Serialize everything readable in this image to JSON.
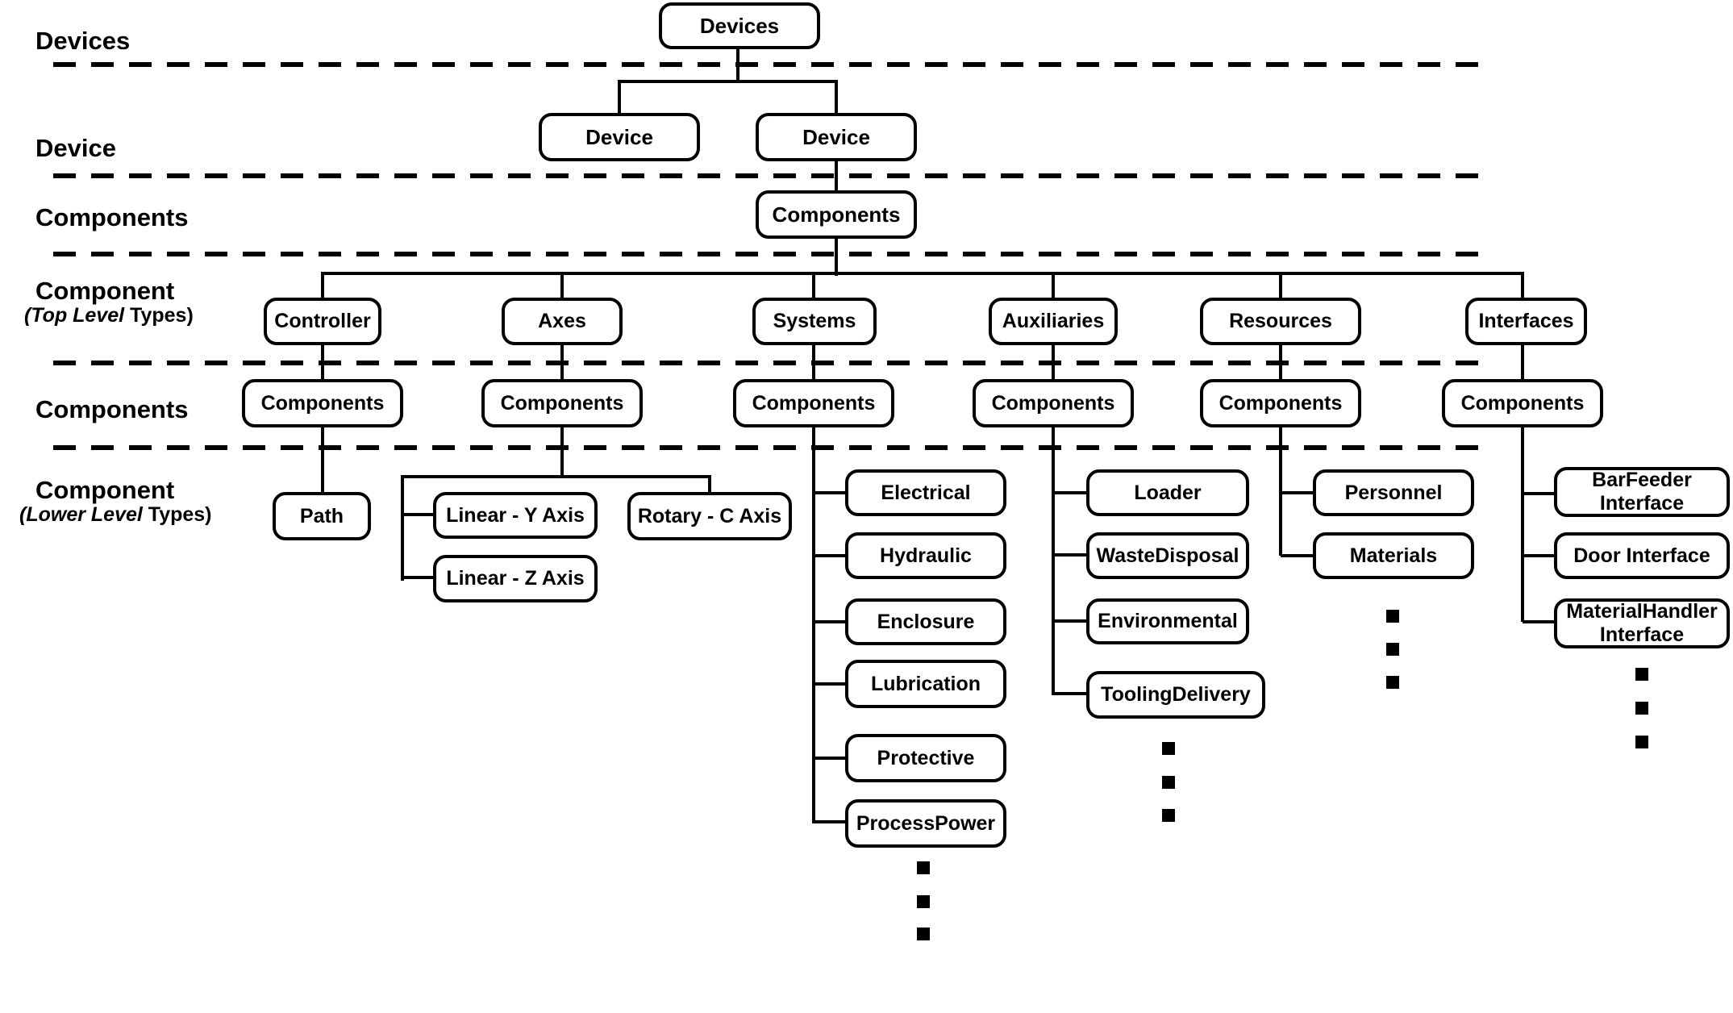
{
  "page": {
    "background_color": "#ffffff",
    "line_color": "#000000"
  },
  "row_labels": [
    {
      "title": "Devices"
    },
    {
      "title": "Device"
    },
    {
      "title": "Components"
    },
    {
      "title": "Component",
      "subtitle_italic": "(Top Level",
      "subtitle_upright": " Types)"
    },
    {
      "title": "Components"
    },
    {
      "title": "Component",
      "subtitle_italic": "(Lower Level",
      "subtitle_upright": " Types)"
    }
  ],
  "tree": {
    "root": "Devices",
    "devices": [
      "Device",
      "Device"
    ],
    "root_components": "Components",
    "columns": [
      {
        "type": "Controller",
        "components": "Components",
        "children": [
          "Path"
        ],
        "ellipsis": false
      },
      {
        "type": "Axes",
        "components": "Components",
        "children": [
          "Linear - Y Axis",
          "Linear - Z Axis",
          "Rotary - C Axis"
        ],
        "ellipsis": false
      },
      {
        "type": "Systems",
        "components": "Components",
        "children": [
          "Electrical",
          "Hydraulic",
          "Enclosure",
          "Lubrication",
          "Protective",
          "ProcessPower"
        ],
        "ellipsis": true
      },
      {
        "type": "Auxiliaries",
        "components": "Components",
        "children": [
          "Loader",
          "WasteDisposal",
          "Environmental",
          "ToolingDelivery"
        ],
        "ellipsis": true
      },
      {
        "type": "Resources",
        "components": "Components",
        "children": [
          "Personnel",
          "Materials"
        ],
        "ellipsis": true
      },
      {
        "type": "Interfaces",
        "components": "Components",
        "children": [
          "BarFeeder Interface",
          "Door Interface",
          "MaterialHandler Interface"
        ],
        "ellipsis": true
      }
    ]
  }
}
